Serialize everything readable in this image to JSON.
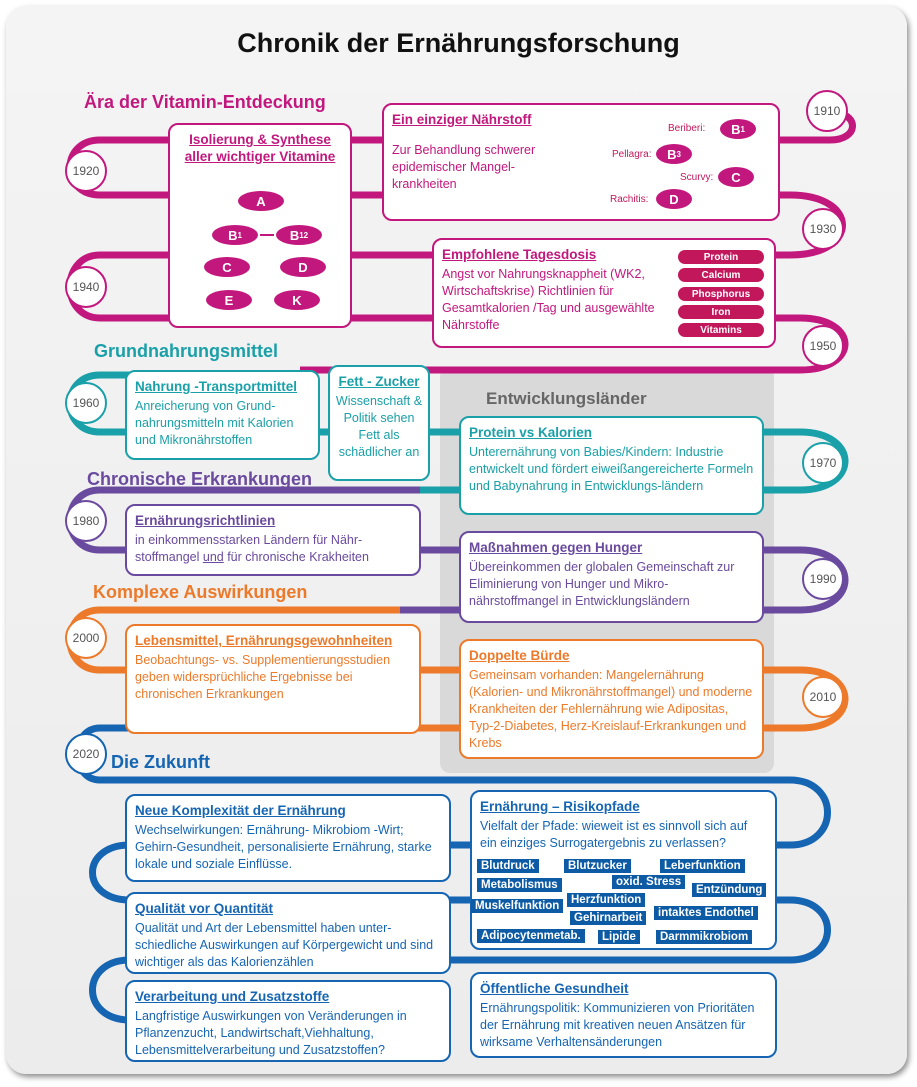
{
  "title": "Chronik der Ernährungsforschung",
  "colors": {
    "magenta": "#c2187e",
    "teal": "#1aa0a8",
    "purple": "#6a4a9e",
    "orange": "#ec7a2a",
    "blue": "#1565b3"
  },
  "eras": {
    "vitamin": "Ära der Vitamin-Entdeckung",
    "grund": "Grundnahrungsmittel",
    "chronisch": "Chronische Erkrankungen",
    "komplex": "Komplexe Auswirkungen",
    "zukunft": "Die Zukunft"
  },
  "years": [
    "1910",
    "1920",
    "1930",
    "1940",
    "1950",
    "1960",
    "1970",
    "1980",
    "1990",
    "2000",
    "2010",
    "2020"
  ],
  "grey_label": "Entwicklungsländer",
  "boxes": {
    "isolierung": {
      "title_1": "Isolierung & Synthese",
      "title_2": "aller wichtiger Vitamine"
    },
    "naehrstoff": {
      "title": "Ein einziger Nährstoff",
      "text": "Zur Behandlung schwerer epidemischer Mangel-krankheiten"
    },
    "tagesdosis": {
      "title": "Empfohlene Tagesdosis",
      "text": "Angst vor Nahrungsknappheit (WK2, Wirtschaftskrise) Richtlinien für Gesamtkalorien /Tag und ausgewählte Nährstoffe"
    },
    "transport": {
      "title": "Nahrung -Transportmittel",
      "text": "Anreicherung von Grund-nahrungsmitteln mit Kalorien und Mikronährstoffen"
    },
    "fett": {
      "title": "Fett  - Zucker",
      "text": "Wissenschaft & Politik sehen Fett als schädlicher an"
    },
    "protein": {
      "title": "Protein vs Kalorien",
      "text": "Unterernährung von Babies/Kindern: Industrie entwickelt und fördert eiweißangereicherte Formeln und Babynahrung in Entwicklungs-ländern"
    },
    "richtlinien": {
      "title": "Ernährungsrichtlinien",
      "text_1": "in einkommensstarken Ländern für Nähr-stoffmangel ",
      "text_und": "und",
      "text_2": " für chronische Krakheiten"
    },
    "hunger": {
      "title": "Maßnahmen gegen Hunger",
      "text": "Übereinkommen der globalen Gemeinschaft zur Eliminierung von Hunger und Mikro-nährstoffmangel in Entwicklungsländern"
    },
    "lebensmittel": {
      "title": "Lebensmittel, Ernährungsgewohnheiten",
      "text": "Beobachtungs- vs. Supplementierungsstudien geben widersprüchliche Ergebnisse bei chronischen Erkrankungen"
    },
    "buerde": {
      "title": "Doppelte Bürde",
      "text": "Gemeinsam vorhanden:  Mangelernährung (Kalorien- und Mikronährstoffmangel) und moderne Krankheiten der Fehlernährung wie Adipositas, Typ-2-Diabetes, Herz-Kreislauf-Erkrankungen und Krebs"
    },
    "komplexitaet": {
      "title": "Neue Komplexität der Ernährung",
      "text": "Wechselwirkungen: Ernährung- Mikrobiom -Wirt; Gehirn-Gesundheit, personalisierte Ernährung, starke lokale und soziale Einflüsse."
    },
    "qualitaet": {
      "title": "Qualität vor Quantität",
      "text": "Qualität und Art der Lebensmittel haben unter-schiedliche Auswirkungen auf Körpergewicht und sind wichtiger als das Kalorienzählen"
    },
    "verarbeitung": {
      "title": "Verarbeitung und Zusatzstoffe",
      "text": "Langfristige Auswirkungen von Veränderungen in Pflanzenzucht, Landwirtschaft,Viehhaltung, Lebensmittelverarbeitung und Zusatzstoffen?"
    },
    "risiko": {
      "title": "Ernährung – Risikopfade",
      "text": "Vielfalt der Pfade: wieweit ist es sinnvoll sich auf ein einziges Surrogatergebnis zu verlassen?"
    },
    "oeffentlich": {
      "title": "Öffentliche Gesundheit",
      "text": "Ernährungspolitik: Kommunizieren von Prioritäten der Ernährung mit kreativen neuen Ansätzen für wirksame Verhaltensänderungen"
    }
  },
  "vitamins": [
    "A",
    "B",
    "1",
    "B",
    "12",
    "C",
    "D",
    "E",
    "K"
  ],
  "deficiency_labels": [
    "Beriberi:",
    "Pellagra:",
    "Scurvy:",
    "Rachitis:"
  ],
  "deficiency_vitamins": [
    "B",
    "1",
    "B",
    "3",
    "C",
    "D"
  ],
  "nutrients": [
    "Protein",
    "Calcium",
    "Phosphorus",
    "Iron",
    "Vitamins"
  ],
  "risk_tags": [
    "Blutdruck",
    "Blutzucker",
    "Leberfunktion",
    "Metabolismus",
    "oxid. Stress",
    "Entzündung",
    "Muskelfunktion",
    "Herzfunktion",
    "Gehirnarbeit",
    "intaktes Endothel",
    "Adipocytenmetab.",
    "Lipide",
    "Darmmikrobiom"
  ]
}
